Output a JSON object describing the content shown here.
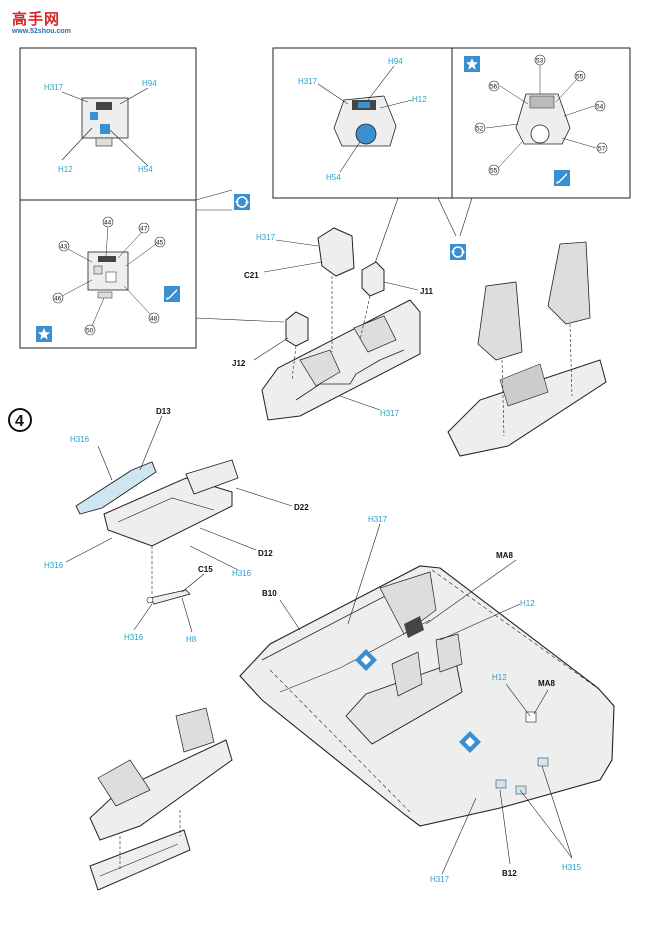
{
  "watermark": {
    "title": "高手网",
    "url": "www.52shou.com"
  },
  "colors": {
    "code_blue": "#2aa0c8",
    "symbol_blue": "#3a8fd0",
    "line": "#222222",
    "part_fill": "#eeeeee"
  },
  "step": {
    "number": "4"
  },
  "parts": {
    "c21": "C21",
    "j11": "J11",
    "j12": "J12",
    "d13": "D13",
    "d22": "D22",
    "d12": "D12",
    "c15": "C15",
    "b10": "B10",
    "b12": "B12",
    "ma8_a": "MA8",
    "ma8_b": "MA8"
  },
  "paint_codes": {
    "h317_a": "H317",
    "h94_a": "H94",
    "h12_a": "H12",
    "h54_a": "H54",
    "h317_b": "H317",
    "h94_b": "H94",
    "h12_b": "H12",
    "h54_b": "H54",
    "h317_c": "H317",
    "h317_d": "H317",
    "h316_a": "H316",
    "h316_b": "H316",
    "h316_c": "H316",
    "h316_d": "H316",
    "h8": "H8",
    "h317_e": "H317",
    "h12_c": "H12",
    "h12_d": "H12",
    "h317_f": "H317",
    "h315": "H315"
  },
  "decal_numbers": {
    "n44": "44",
    "n47": "47",
    "n43": "43",
    "n45": "45",
    "n46": "46",
    "n48": "48",
    "n50": "50",
    "n53": "53",
    "n55_top": "55",
    "n56": "56",
    "n54": "54",
    "n52": "52",
    "n57": "57",
    "n55_bottom": "55"
  },
  "symbols": [
    "rotate-arrows-icon",
    "star-icon",
    "brush-icon",
    "diamond-icon"
  ]
}
